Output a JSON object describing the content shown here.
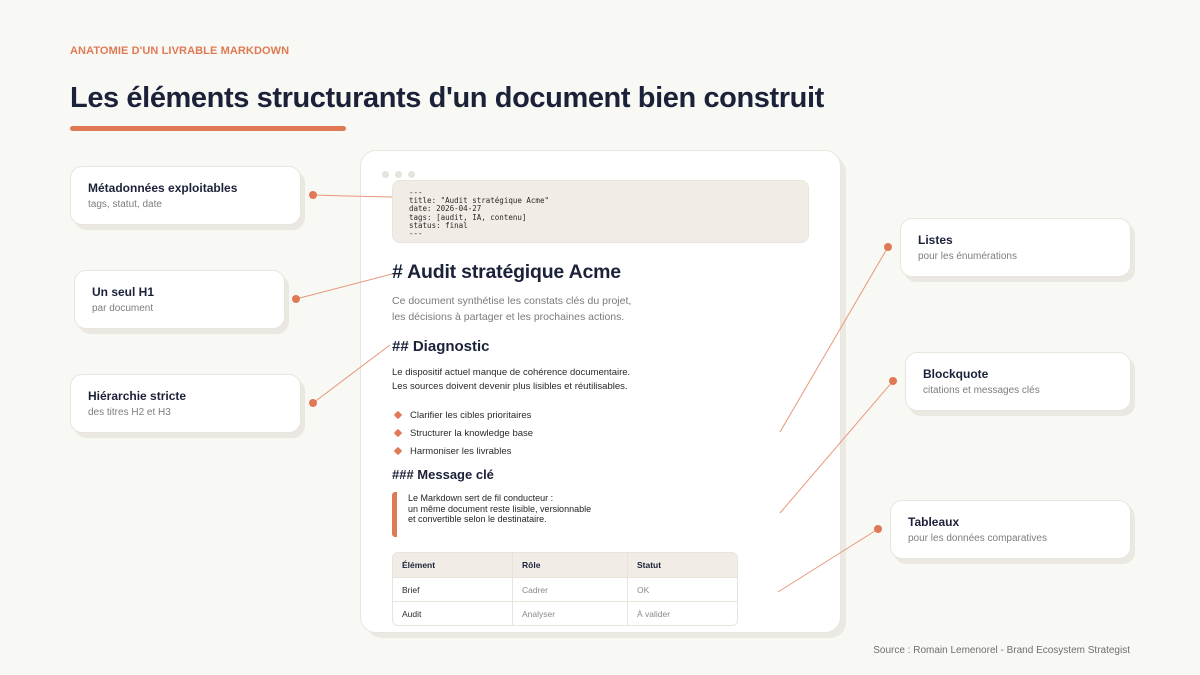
{
  "header": {
    "eyebrow": "ANATOMIE D'UN LIVRABLE MARKDOWN",
    "title": "Les éléments structurants d'un document bien construit"
  },
  "colors": {
    "accent": "#e07a56",
    "ink": "#1b2138",
    "background": "#f8f8f4",
    "code_bg": "#f1ede6"
  },
  "document": {
    "frontmatter": "---\ntitle: \"Audit stratégique Acme\"\ndate: 2026-04-27\ntags: [audit, IA, contenu]\nstatus: final\n---",
    "h1": "# Audit stratégique Acme",
    "intro_lines": [
      "Ce document synthétise les constats clés du projet,",
      "les décisions à partager et les prochaines actions."
    ],
    "h2": "## Diagnostic",
    "paragraph_lines": [
      "Le dispositif actuel manque de cohérence documentaire.",
      "Les sources doivent devenir plus lisibles et réutilisables."
    ],
    "list_items": [
      "Clarifier les cibles prioritaires",
      "Structurer la knowledge base",
      "Harmoniser les livrables"
    ],
    "h3": "### Message clé",
    "quote_lines": [
      "Le Markdown sert de fil conducteur :",
      "un même document reste lisible, versionnable",
      "et convertible selon le destinataire."
    ],
    "table": {
      "headers": [
        "Élément",
        "Rôle",
        "Statut"
      ],
      "rows": [
        [
          "Brief",
          "Cadrer",
          "OK"
        ],
        [
          "Audit",
          "Analyser",
          "À valider"
        ]
      ]
    }
  },
  "callouts": {
    "left": [
      {
        "title": "Métadonnées exploitables",
        "subtitle": "tags, statut, date"
      },
      {
        "title": "Un seul H1",
        "subtitle": "par document"
      },
      {
        "title": "Hiérarchie stricte",
        "subtitle": "des titres H2 et H3"
      }
    ],
    "right": [
      {
        "title": "Listes",
        "subtitle": "pour les énumérations"
      },
      {
        "title": "Blockquote",
        "subtitle": "citations et messages clés"
      },
      {
        "title": "Tableaux",
        "subtitle": "pour les données comparatives"
      }
    ]
  },
  "footer": {
    "source": "Source : Romain Lemenorel - Brand Ecosystem Strategist"
  }
}
